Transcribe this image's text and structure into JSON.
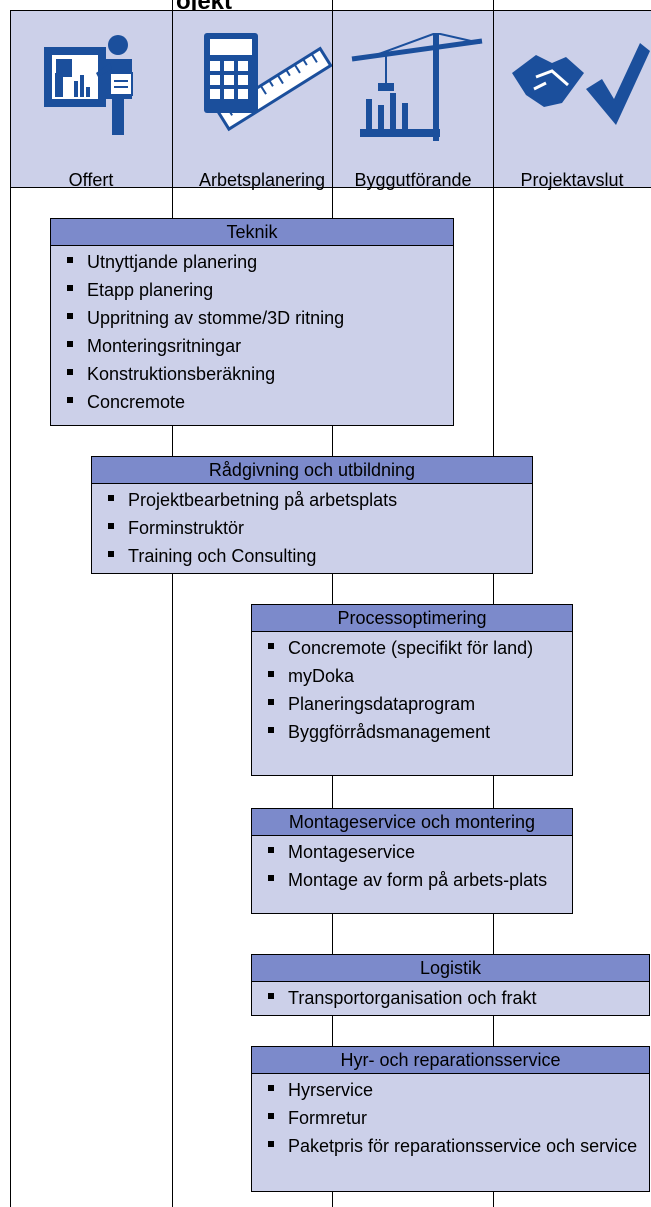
{
  "title_fragment": "ojekt",
  "phases": [
    {
      "label": "Offert",
      "icon": "presenter-whiteboard-icon"
    },
    {
      "label": "Arbetsplanering",
      "icon": "calculator-ruler-icon"
    },
    {
      "label": "Byggutförande",
      "icon": "construction-crane-icon"
    },
    {
      "label": "Projektavslut",
      "icon": "handshake-checkmark-icon"
    }
  ],
  "services": [
    {
      "title": "Teknik",
      "items": [
        "Utnyttjande planering",
        "Etapp planering",
        "Uppritning av stomme/3D ritning",
        "Monteringsritningar",
        "Konstruktionsberäkning",
        "Concremote"
      ]
    },
    {
      "title": "Rådgivning och utbildning",
      "items": [
        "Projektbearbetning på arbetsplats",
        "Forminstruktör",
        "Training och Consulting"
      ]
    },
    {
      "title": "Processoptimering",
      "items": [
        "Concremote (specifikt för land)",
        "myDoka",
        "Planeringsdataprogram",
        "Byggförrådsmanagement"
      ]
    },
    {
      "title": "Montageservice och montering",
      "items": [
        "Montageservice",
        "Montage av form på arbets-plats"
      ]
    },
    {
      "title": "Logistik",
      "items": [
        "Transportorganisation och frakt"
      ]
    },
    {
      "title": "Hyr- och reparationsservice",
      "items": [
        "Hyrservice",
        "Formretur",
        "Paketpris för reparationsservice och service"
      ]
    }
  ],
  "colors": {
    "header_bg": "#ccd0e9",
    "box_bg": "#ccd0e9",
    "box_title_bg": "#7c8acb",
    "icon_blue": "#1b4f9c"
  }
}
